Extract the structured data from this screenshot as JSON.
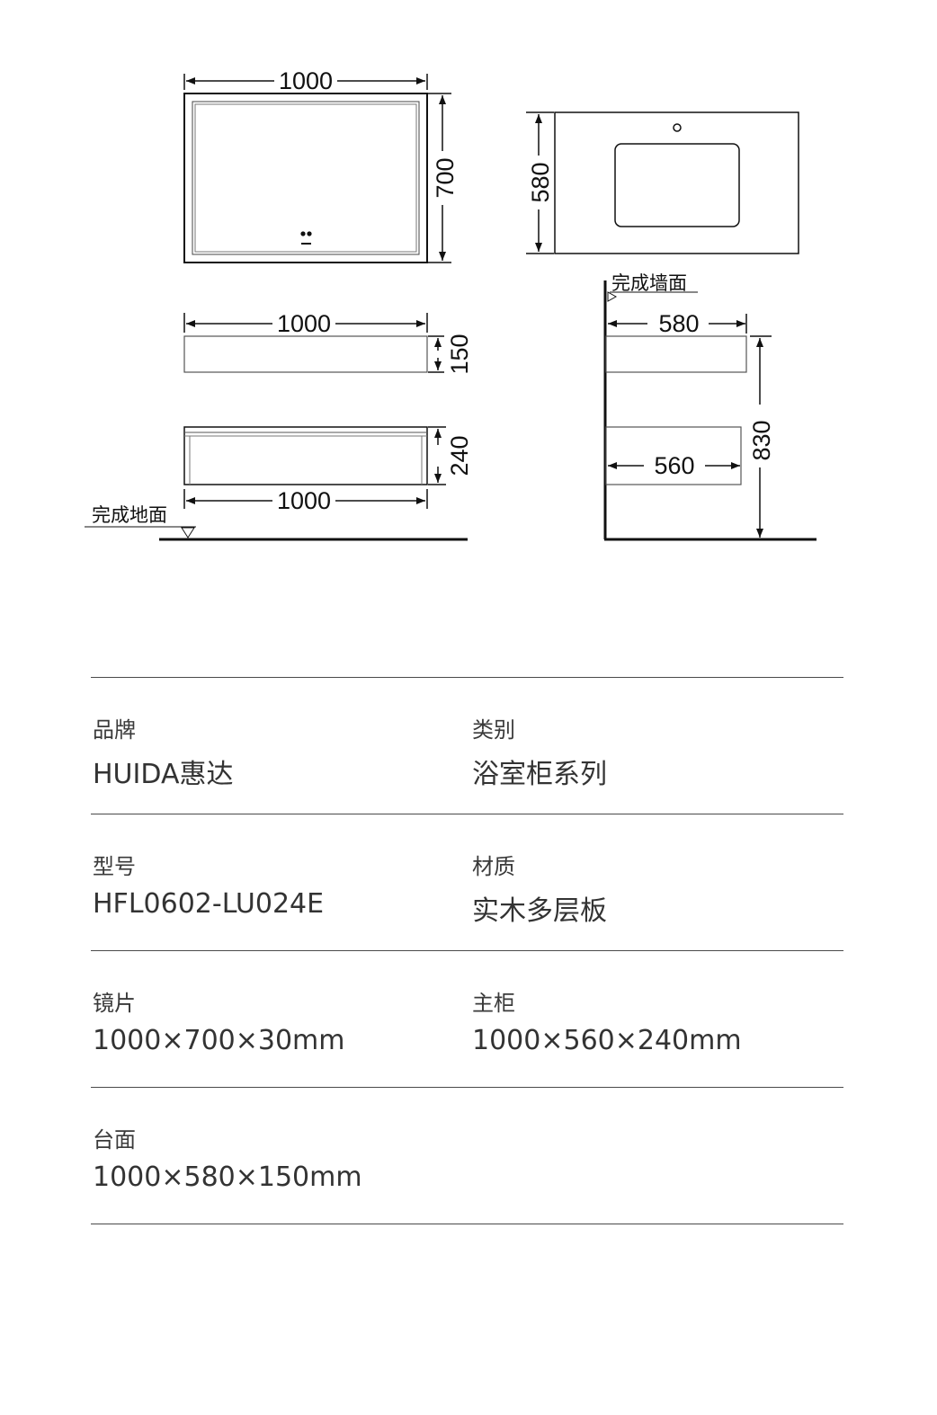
{
  "diagram": {
    "mirror": {
      "width_label": "1000",
      "height_label": "700"
    },
    "countertop_top": {
      "depth_label": "580"
    },
    "countertop_front": {
      "width_label": "1000",
      "height_label": "150"
    },
    "cabinet_front": {
      "height_label": "240",
      "width_label": "1000"
    },
    "side_view": {
      "wall_label": "完成墙面",
      "countertop_depth_label": "580",
      "cabinet_depth_label": "560",
      "height_label": "830"
    },
    "floor_label": "完成地面"
  },
  "specs": [
    [
      {
        "label": "品牌",
        "value": "HUIDA惠达"
      },
      {
        "label": "类别",
        "value": "浴室柜系列"
      }
    ],
    [
      {
        "label": "型号",
        "value": "HFL0602-LU024E"
      },
      {
        "label": "材质",
        "value": "实木多层板"
      }
    ],
    [
      {
        "label": "镜片",
        "value": "1000×700×30mm"
      },
      {
        "label": "主柜",
        "value": "1000×560×240mm"
      }
    ],
    [
      {
        "label": "台面",
        "value": "1000×580×150mm"
      }
    ]
  ]
}
